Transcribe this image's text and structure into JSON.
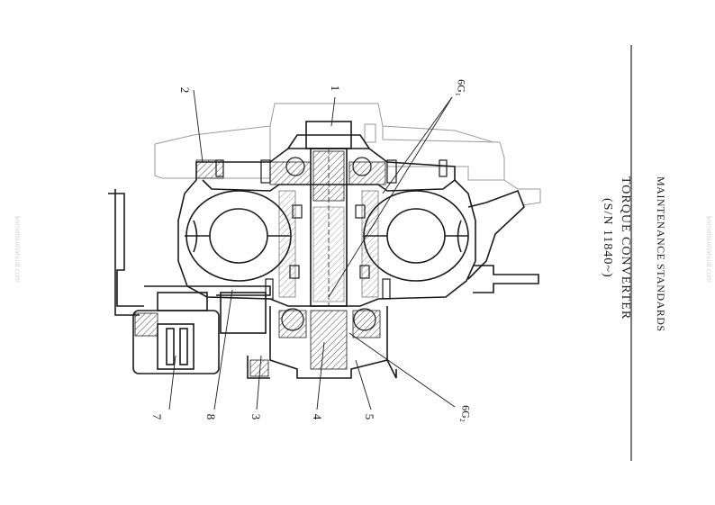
{
  "header": {
    "section": "MAINTENANCE STANDARDS",
    "title": "TORQUE CONVERTER",
    "serial": "(S/N 11840~)"
  },
  "watermark": "komatsumanual.com",
  "callouts": {
    "c1": "1",
    "c2": "2",
    "c3": "3",
    "c4": "4",
    "c5": "5",
    "c7": "7",
    "c8": "8",
    "g1": "6G₁",
    "g2": "6G₂"
  },
  "colors": {
    "line": "#1a1a1a",
    "hatch": "#555555",
    "ghost": "#9a9a9a"
  }
}
